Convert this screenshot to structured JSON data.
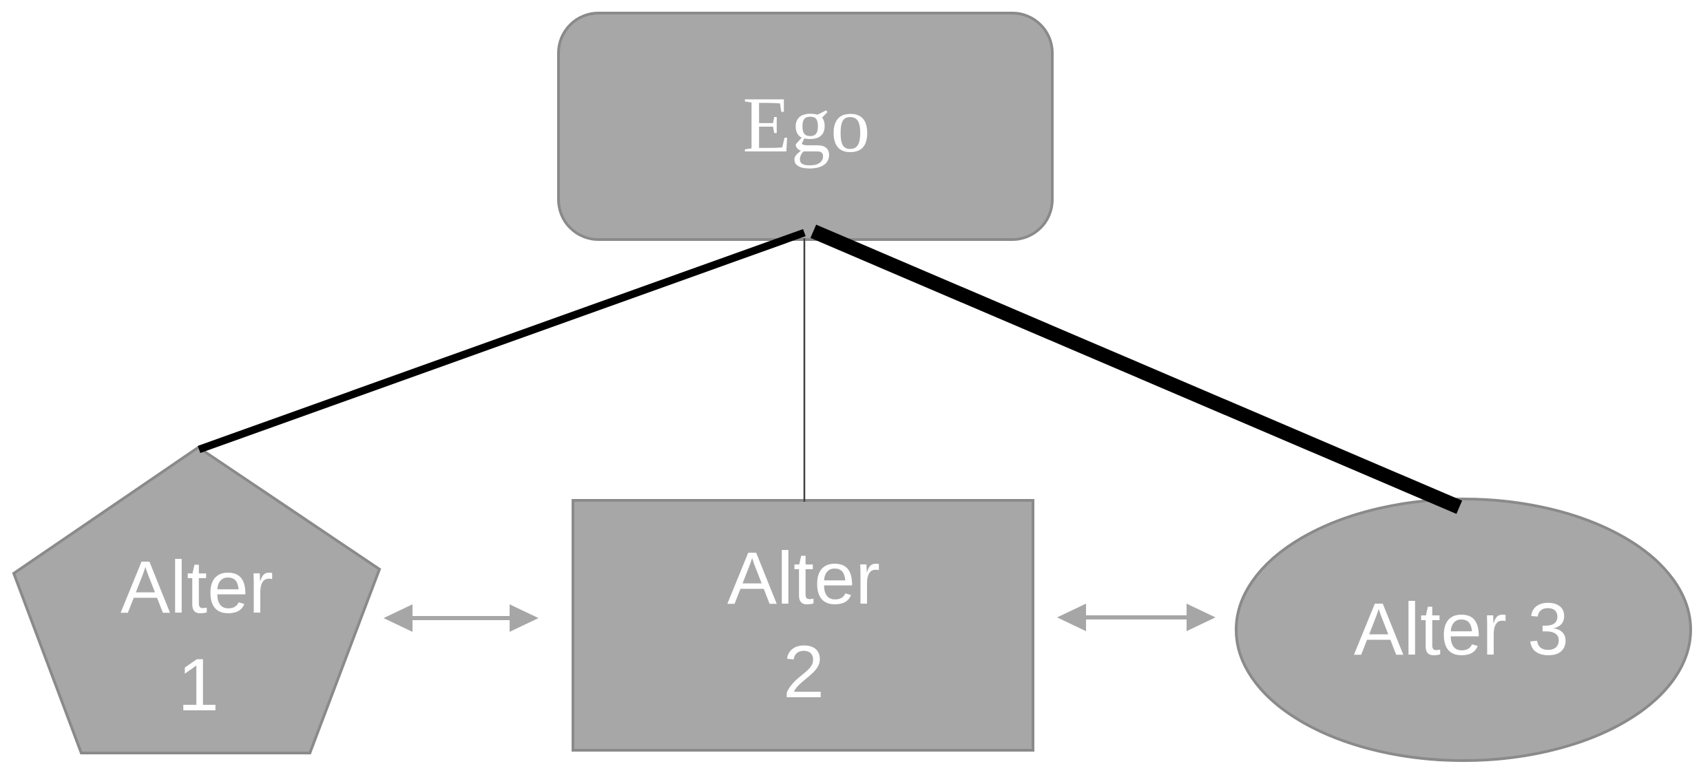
{
  "diagram": {
    "background": "#ffffff",
    "colors": {
      "node-fill": "#a7a7a7",
      "node-border": "#8a8a8a",
      "node-text": "#ffffff",
      "tie-strong": "#000000",
      "tie-weak": "#3f3f3f",
      "arrow": "#a6a6a6"
    },
    "nodes": {
      "ego": {
        "label": "Ego",
        "shape": "rounded-rectangle"
      },
      "alter1": {
        "line1": "Alter",
        "line2": "1",
        "shape": "pentagon"
      },
      "alter2": {
        "line1": "Alter",
        "line2": "2",
        "shape": "rectangle"
      },
      "alter3": {
        "label": "Alter 3",
        "shape": "ellipse"
      }
    },
    "edges": [
      {
        "from": "Ego",
        "to": "Alter 1",
        "kind": "line",
        "weight": "medium"
      },
      {
        "from": "Ego",
        "to": "Alter 2",
        "kind": "line",
        "weight": "thin"
      },
      {
        "from": "Ego",
        "to": "Alter 3",
        "kind": "line",
        "weight": "thick"
      },
      {
        "from": "Alter 1",
        "to": "Alter 2",
        "kind": "double-headed-arrow"
      },
      {
        "from": "Alter 2",
        "to": "Alter 3",
        "kind": "double-headed-arrow"
      }
    ]
  }
}
